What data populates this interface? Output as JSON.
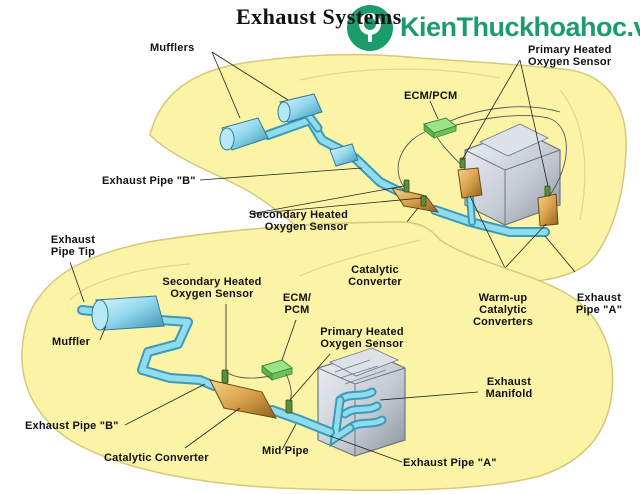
{
  "title": "Exhaust Systems",
  "watermark": {
    "text": "KienThuckhoahoc.vn",
    "color": "#1b9c6a"
  },
  "top_diagram": {
    "labels": {
      "mufflers": "Mufflers",
      "primary_sensor": [
        "Primary Heated",
        "Oxygen Sensor"
      ],
      "ecm": "ECM/PCM",
      "exhaust_pipe_b": "Exhaust Pipe \"B\"",
      "secondary_sensor": [
        "Secondary Heated",
        "Oxygen Sensor"
      ],
      "catalytic_converter": [
        "Catalytic",
        "Converter"
      ],
      "warmup_converters": [
        "Warm-up",
        "Catalytic",
        "Converters"
      ],
      "exhaust_pipe_a": [
        "Exhaust",
        "Pipe \"A\""
      ]
    }
  },
  "bottom_diagram": {
    "labels": {
      "pipe_tip": [
        "Exhaust",
        "Pipe Tip"
      ],
      "secondary_sensor": [
        "Secondary Heated",
        "Oxygen Sensor"
      ],
      "ecm": [
        "ECM/",
        "PCM"
      ],
      "primary_sensor": [
        "Primary Heated",
        "Oxygen Sensor"
      ],
      "muffler": "Muffler",
      "exhaust_manifold": [
        "Exhaust",
        "Manifold"
      ],
      "exhaust_pipe_b": "Exhaust Pipe \"B\"",
      "catalytic_converter": "Catalytic Converter",
      "mid_pipe": "Mid Pipe",
      "exhaust_pipe_a": "Exhaust Pipe \"A\""
    }
  },
  "colors": {
    "car_body": "#fbf3a6",
    "car_outline": "#d9c77a",
    "pipe": "#7fd3ea",
    "pipe_dark": "#3d9ab8",
    "converter": "#d9a04a",
    "engine": "#c6ccd4",
    "ecm_box": "#7fd36a"
  }
}
